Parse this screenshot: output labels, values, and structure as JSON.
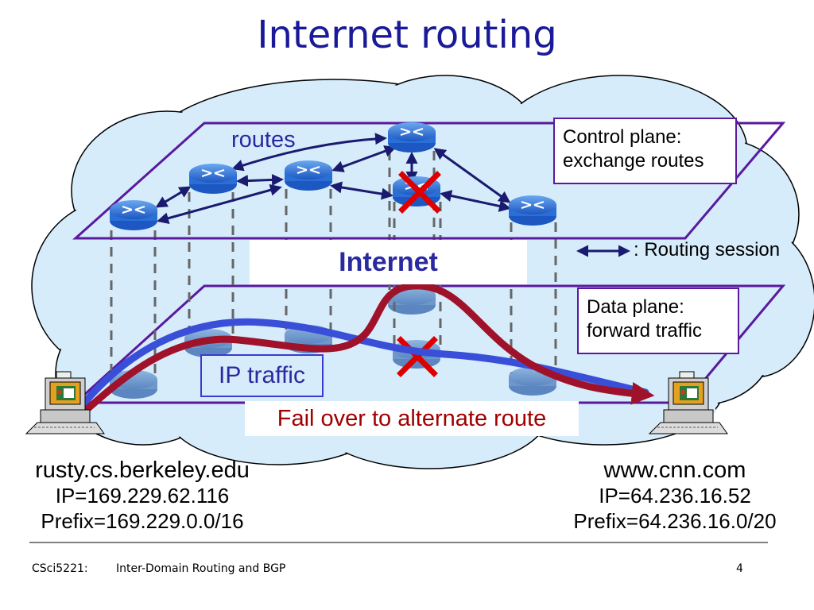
{
  "title": "Internet routing",
  "labels": {
    "routes": "routes",
    "control_plane": [
      "Control plane:",
      "exchange routes"
    ],
    "routing_session": ": Routing session",
    "internet": "Internet",
    "data_plane": [
      "Data plane:",
      "forward traffic"
    ],
    "ip_traffic": "IP traffic",
    "fail_over": "Fail over to alternate route"
  },
  "hosts": {
    "left": {
      "name": "rusty.cs.berkeley.edu",
      "ip": "IP=169.229.62.116",
      "prefix": "Prefix=169.229.0.0/16"
    },
    "right": {
      "name": "www.cnn.com",
      "ip": "IP=64.236.16.52",
      "prefix": "Prefix=64.236.16.0/20"
    }
  },
  "footer": {
    "course": "CSci5221:",
    "topic": "Inter-Domain Routing and BGP",
    "page": "4"
  },
  "colors": {
    "title": "#1a1a99",
    "plane_border": "#5a1a9e",
    "cloud": "#d6ecfb",
    "router": "#2a6fd6",
    "arrow": "#1a1a6e",
    "blue_path": "#3a4fd8",
    "red_path": "#a0122a",
    "fail_mark": "#dd0000"
  },
  "icons": [
    "router-icon",
    "computer-icon",
    "fail-x-icon",
    "double-arrow-icon"
  ]
}
